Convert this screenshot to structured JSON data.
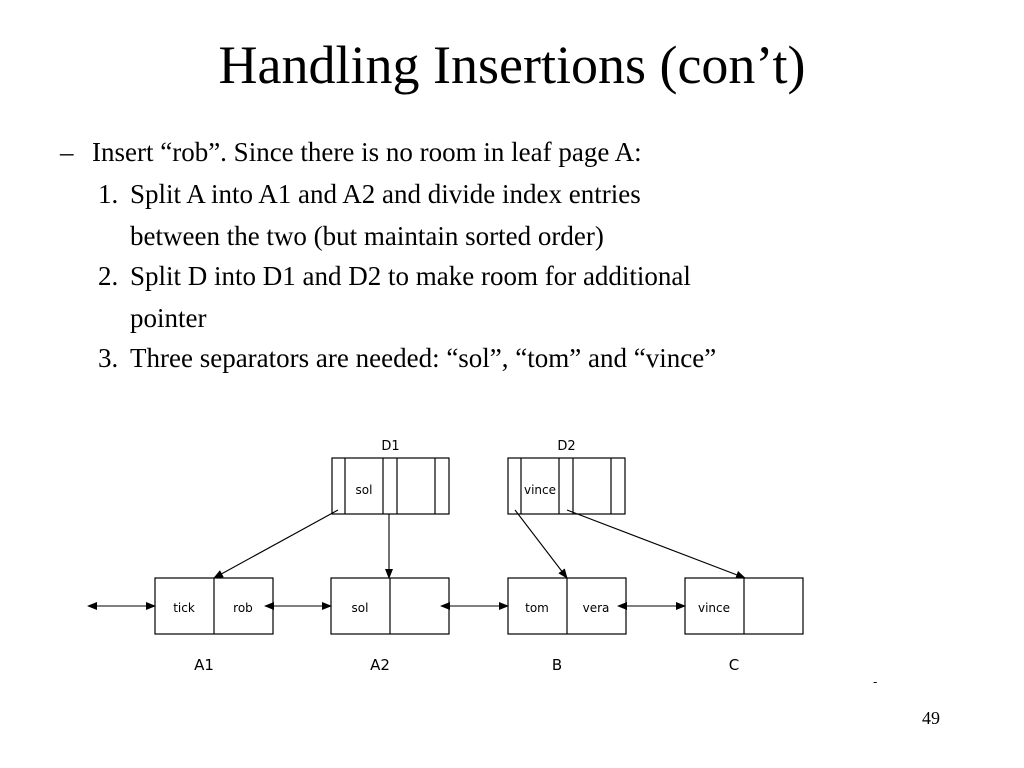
{
  "slide": {
    "title": "Handling Insertions (con’t)",
    "bullet_dash": "–",
    "bullet_intro": "Insert “rob”. Since there is no room in leaf page A:",
    "steps": [
      {
        "num": "1.",
        "line1": "Split A into A1 and A2 and divide index entries",
        "line2": "between the two (but maintain sorted order)"
      },
      {
        "num": "2.",
        "line1": "Split D into D1 and D2 to make room for additional",
        "line2": "pointer"
      },
      {
        "num": "3.",
        "line1": "Three separators are needed: “sol”, “tom” and “vince”",
        "line2": ""
      }
    ],
    "slide_number": "49"
  },
  "diagram": {
    "index_pages": [
      {
        "name": "D1",
        "entries": [
          "sol",
          "",
          ""
        ]
      },
      {
        "name": "D2",
        "entries": [
          "vince",
          "",
          ""
        ]
      }
    ],
    "leaf_pages": [
      {
        "name": "A1",
        "entries": [
          "tick",
          "rob"
        ]
      },
      {
        "name": "A2",
        "entries": [
          "sol",
          ""
        ]
      },
      {
        "name": "B",
        "entries": [
          "tom",
          "vera"
        ]
      },
      {
        "name": "C",
        "entries": [
          "vince",
          ""
        ]
      }
    ],
    "stray_mark": "-"
  }
}
